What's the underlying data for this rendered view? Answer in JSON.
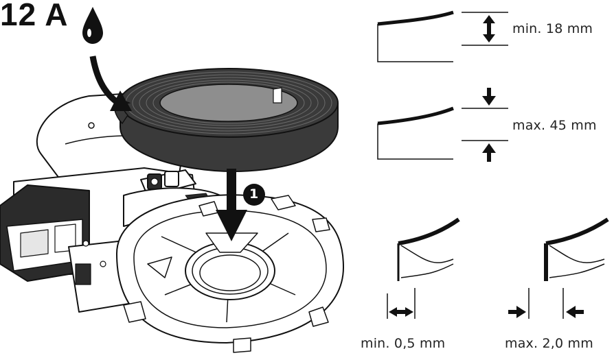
{
  "step": {
    "number_label": "12 A"
  },
  "callout": {
    "marker": "1"
  },
  "edge_specs": {
    "height_min": "min. 18 mm",
    "height_max": "max. 45 mm",
    "thickness_min": "min. 0,5 mm",
    "thickness_max": "max. 2,0 mm"
  },
  "colors": {
    "ink": "#1a1a1a",
    "tape": "#3a3a3a",
    "tape_inner": "#8e8e8e",
    "machine_dark": "#2b2b2b"
  },
  "icons": [
    "water-drop-icon",
    "curved-arrow-icon",
    "down-arrow-icon",
    "double-vertical-arrow-icon",
    "double-horizontal-arrow-icon"
  ]
}
